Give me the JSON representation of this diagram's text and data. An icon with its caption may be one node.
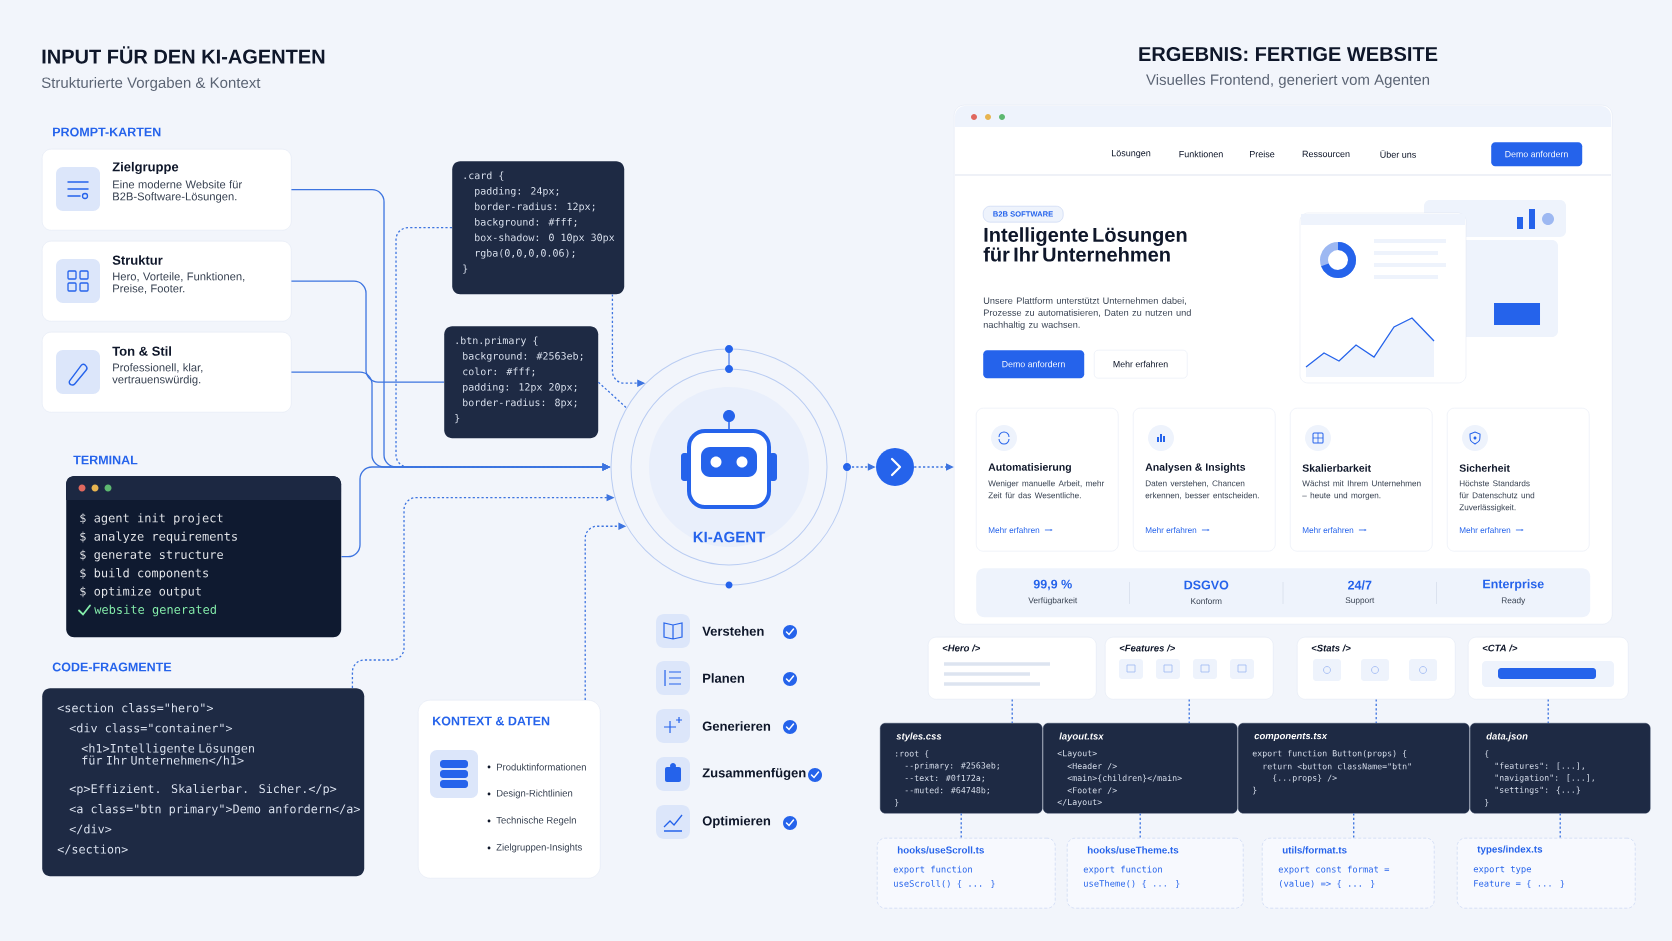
{
  "diagram": {
    "nodes": [
      {
        "text": [
          "Zielgruppe",
          "Eine moderne Website für B2B-Software-Lösungen."
        ]
      },
      {
        "text": [
          "Struktur",
          "Hero, Vorteile, Funktionen, Preise, Footer."
        ]
      },
      {
        "text": [
          "Ton & Stil",
          "Professionell, klar, vertrauenswürdig."
        ]
      },
      {
        "text": [
          "$ agent init project",
          "$ analyze requirements",
          "$ generate structure",
          "$ build components",
          "$ optimize output",
          "website generated"
        ],
        "beside": [
          "TERMINAL"
        ]
      },
      {
        "text": [
          "<section class=\"hero\">",
          "<div class=\"container\">",
          "<h1>Intelligente Lösungen für Ihr Unternehmen</h1>",
          "<p>Effizient. Skalierbar. Sicher.</p>",
          "<a class=\"btn primary\">Demo anfordern</a>",
          "</div>",
          "</section>"
        ],
        "beside": [
          "CODE-FRAGMENTE"
        ]
      },
      {
        "text": [
          ".card {",
          "padding: 24px;",
          "border-radius: 12px;",
          "background: #fff;",
          "box-shadow: 0 10px 30px",
          "rgba(0,0,0,0.06);",
          "}"
        ]
      },
      {
        "text": [
          ".btn.primary {",
          "background: #2563eb;",
          "color: #fff;",
          "padding: 12px 20px;",
          "border-radius: 8px;",
          "}"
        ]
      },
      {
        "text": [
          "KI-AGENT"
        ]
      },
      {
        "text": [],
        "shape": "circle"
      },
      {
        "text": [
          "KONTEXT & DATEN",
          "Produktinformationen",
          "Design-Richtlinien",
          "Technische Regeln",
          "Zielgruppen-Insights"
        ]
      },
      {
        "text": [
          "Lösungen",
          "Funktionen",
          "Preise",
          "Ressourcen",
          "Über uns",
          "Intelligente Lösungen für Ihr Unternehmen",
          "Unsere Plattform unterstützt Unternehmen dabei, Prozesse zu automatisieren, Daten zu nutzen und nachhaltig zu wachsen."
        ]
      },
      {
        "text": [
          "Demo anfordern"
        ],
        "in": 10
      },
      {
        "text": [
          "B2B SOFTWARE"
        ],
        "in": 10
      },
      {
        "text": [
          "Demo anfordern"
        ],
        "in": 10
      },
      {
        "text": [
          "Mehr erfahren"
        ],
        "in": 10
      },
      {
        "text": [
          "Automatisierung",
          "Weniger manuelle Arbeit, mehr Zeit für das Wesentliche.",
          "Mehr erfahren"
        ],
        "in": 10
      },
      {
        "text": [
          "Analysen & Insights",
          "Daten verstehen, Chancen erkennen, besser entscheiden.",
          "Mehr erfahren"
        ],
        "in": 10
      },
      {
        "text": [
          "Skalierbarkeit",
          "Wächst mit Ihrem Unternehmen – heute und morgen.",
          "Mehr erfahren"
        ],
        "in": 10
      },
      {
        "text": [
          "Sicherheit",
          "Höchste Standards für Datenschutz und Zuverlässigkeit.",
          "Mehr erfahren"
        ],
        "in": 10
      },
      {
        "text": [
          "99,9 %",
          "Verfügbarkeit",
          "DSGVO",
          "Konform",
          "24/7",
          "Support",
          "Enterprise",
          "Ready"
        ],
        "in": 10
      },
      {
        "text": [
          "<Hero />"
        ]
      },
      {
        "text": [
          "<Features />"
        ]
      },
      {
        "text": [
          "<Stats />"
        ]
      },
      {
        "text": [
          "<CTA />"
        ]
      },
      {
        "text": [
          "styles.css",
          ":root {",
          "--primary: #2563eb;",
          "--text: #0f172a;",
          "--muted: #64748b;",
          "}"
        ]
      },
      {
        "text": [
          "layout.tsx",
          "<Layout>",
          "<Header />",
          "<main>{children}</main>",
          "<Footer />",
          "</Layout>"
        ]
      },
      {
        "text": [
          "components.tsx",
          "export function Button(props) {",
          "return <button className=\"btn\"",
          "{...props} />",
          "}"
        ]
      },
      {
        "text": [
          "data.json",
          "{",
          "\"features\": [...],",
          "\"navigation\": [...],",
          "\"settings\": {...}",
          "}"
        ]
      },
      {
        "text": [
          "hooks/useScroll.ts",
          "export function",
          "useScroll() { ... }"
        ]
      },
      {
        "text": [
          "hooks/useTheme.ts",
          "export function",
          "useTheme() { ... }"
        ]
      },
      {
        "text": [
          "utils/format.ts",
          "export const format =",
          "(value) => { ... }"
        ]
      },
      {
        "text": [
          "types/index.ts",
          "export type",
          "Feature = { ... }"
        ]
      }
    ],
    "edges": [
      {
        "from": 0,
        "to": 7,
        "arrow": "to"
      },
      {
        "from": 1,
        "to": 6,
        "arrow": "none"
      },
      {
        "from": 2,
        "to": 7,
        "arrow": "to"
      },
      {
        "from": 3,
        "to": 7,
        "arrow": "to"
      },
      {
        "from": 5,
        "to": 7,
        "arrow": "to",
        "style": "dashed"
      },
      {
        "from": 5,
        "to": 7,
        "arrow": "to",
        "style": "dashed"
      },
      {
        "from": 6,
        "to": 7,
        "arrow": "none",
        "style": "dashed"
      },
      {
        "from": 4,
        "to": 7,
        "arrow": "to",
        "style": "dashed"
      },
      {
        "from": 9,
        "to": 7,
        "arrow": "to",
        "style": "dashed"
      },
      {
        "from": 7,
        "to": 8,
        "arrow": "to",
        "style": "dashed"
      },
      {
        "from": 8,
        "to": 10,
        "arrow": "to",
        "style": "dashed"
      },
      {
        "from": 20,
        "to": 24,
        "arrow": "none",
        "style": "dashed"
      },
      {
        "from": 21,
        "to": 25,
        "arrow": "none",
        "style": "dashed"
      },
      {
        "from": 22,
        "to": 26,
        "arrow": "none",
        "style": "dashed"
      },
      {
        "from": 23,
        "to": 27,
        "arrow": "none",
        "style": "dashed"
      },
      {
        "from": 24,
        "to": 28,
        "arrow": "none",
        "style": "dashed"
      },
      {
        "from": 25,
        "to": 29,
        "arrow": "none",
        "style": "dashed"
      },
      {
        "from": 26,
        "to": 30,
        "arrow": "none",
        "style": "dashed"
      },
      {
        "from": 27,
        "to": 31,
        "arrow": "none",
        "style": "dashed"
      }
    ],
    "labels": [
      "INPUT FÜR DEN KI-AGENTEN",
      "Strukturierte Vorgaben & Kontext",
      "ERGEBNIS: FERTIGE WEBSITE",
      "Visuelles Frontend, generiert vom Agenten",
      "PROMPT-KARTEN",
      "Verstehen",
      "Planen",
      "Generieren",
      "Zusammenfügen",
      "Optimieren"
    ]
  }
}
